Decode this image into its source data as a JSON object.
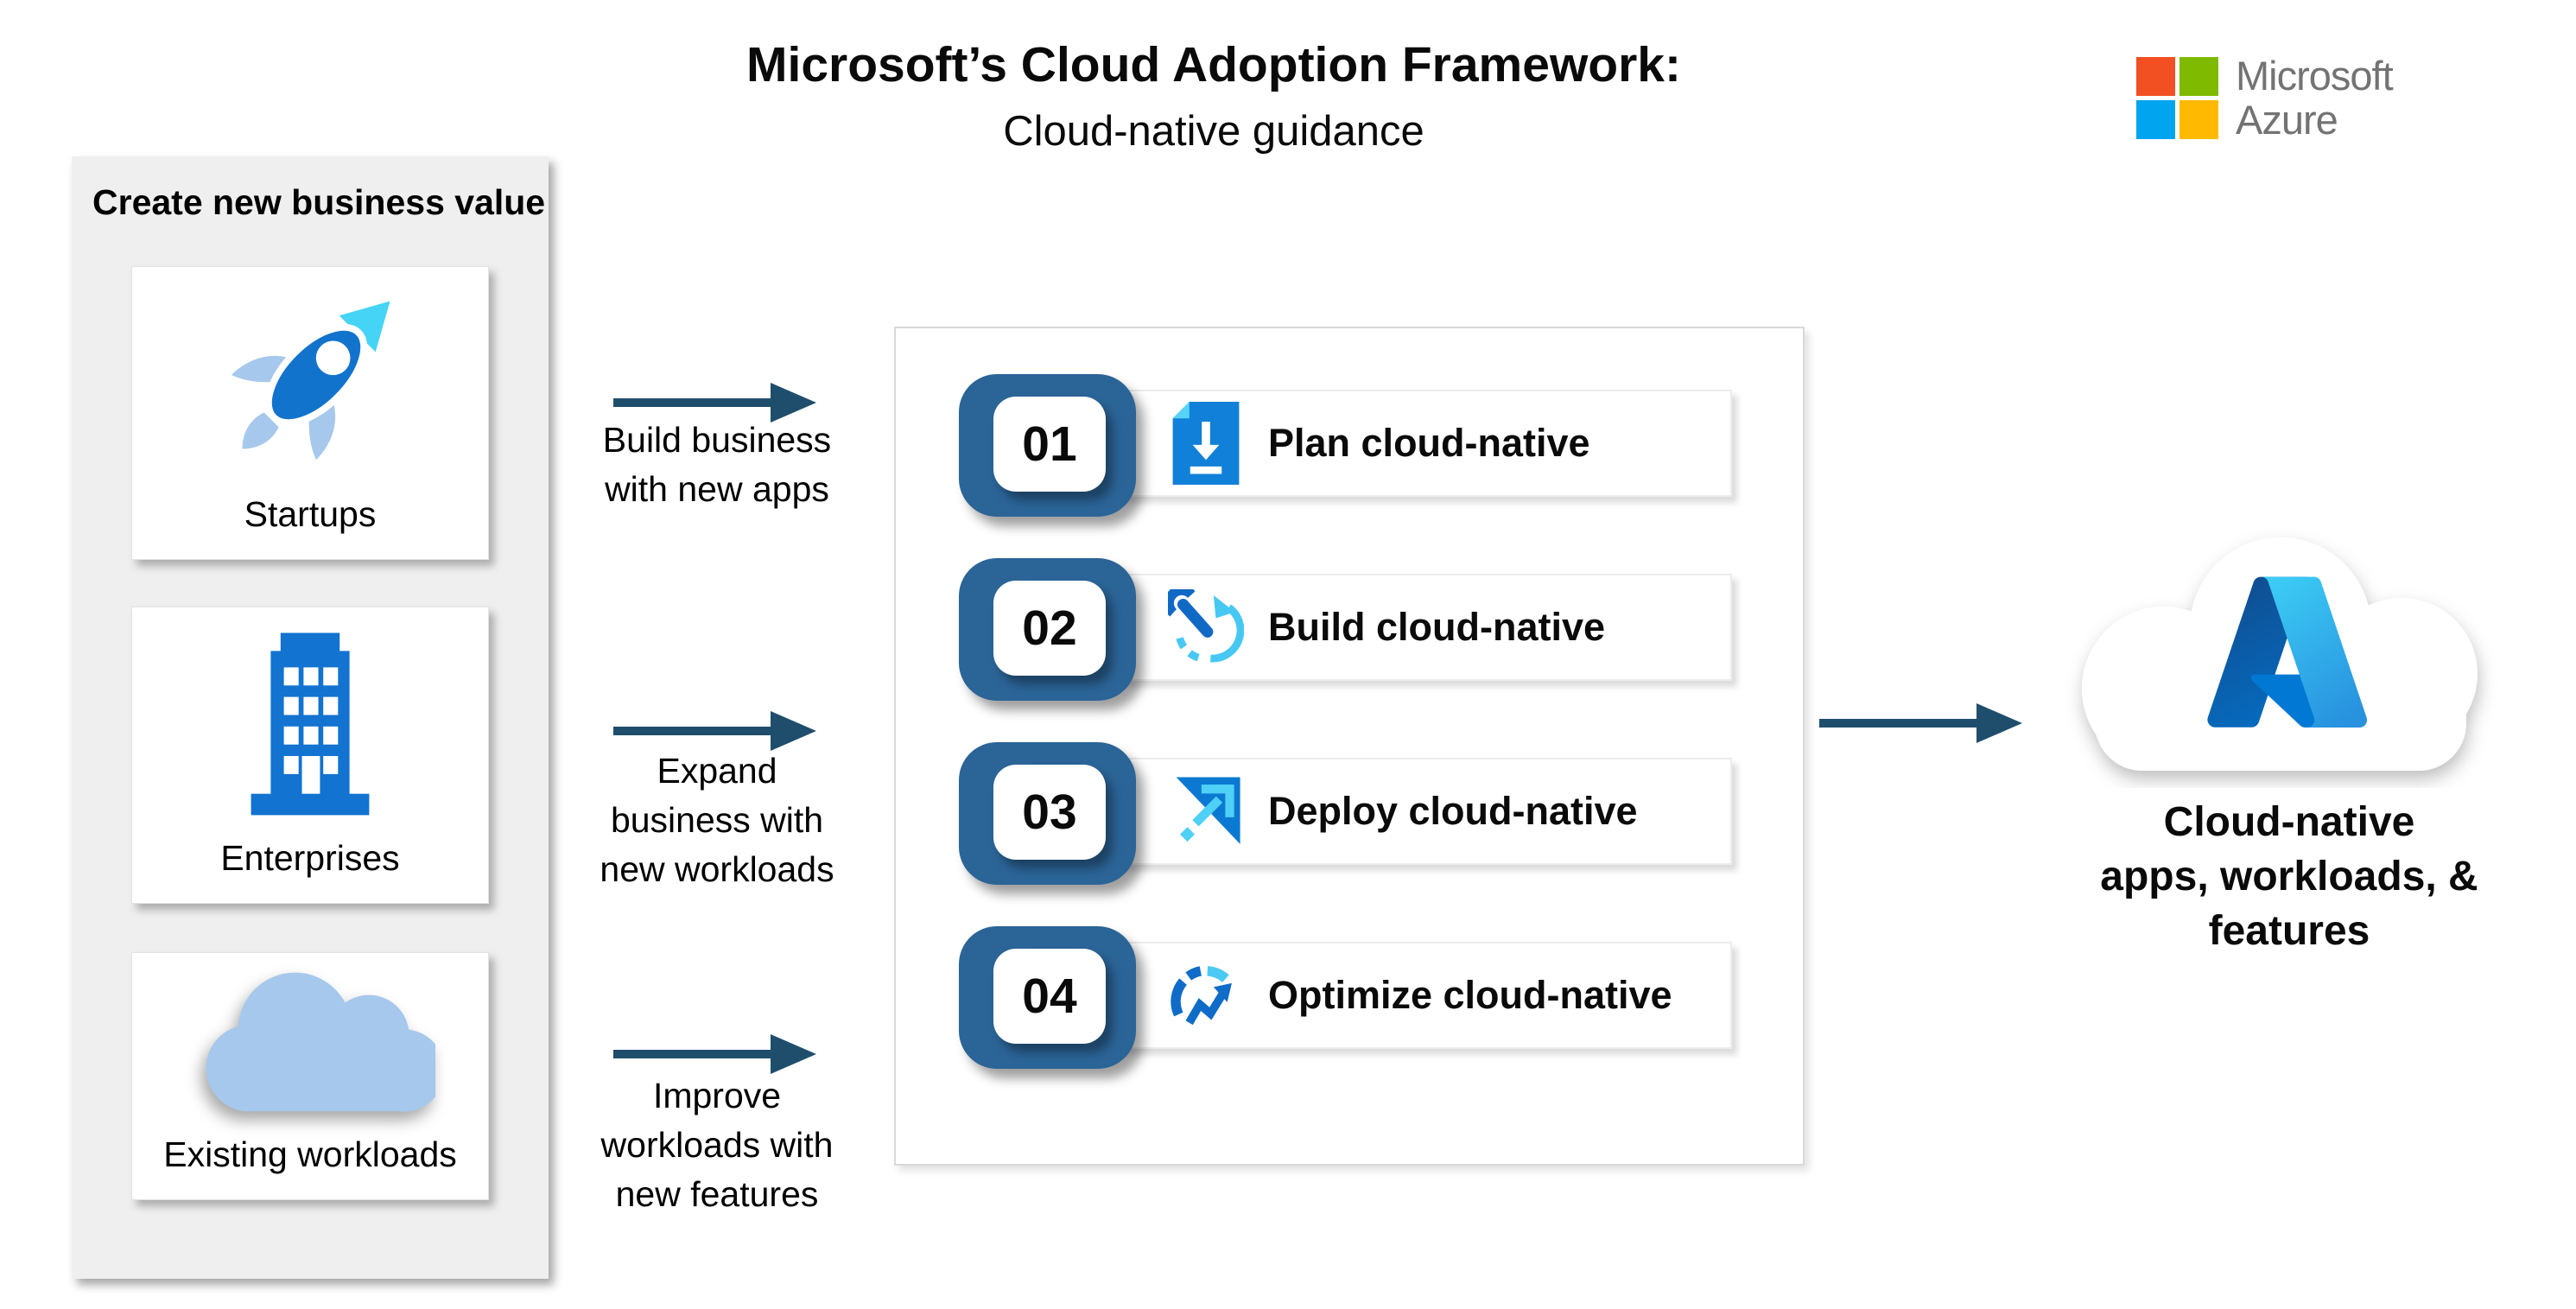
{
  "title": {
    "line1": "Microsoft’s Cloud Adoption Framework:",
    "line2": "Cloud-native guidance"
  },
  "brand": {
    "line1": "Microsoft",
    "line2": "Azure",
    "logo_colors": {
      "red": "#f25022",
      "green": "#7fba00",
      "blue": "#00a4ef",
      "yellow": "#ffb900",
      "text_gray": "#737373"
    }
  },
  "left_panel": {
    "header": "Create new business value",
    "cards": [
      {
        "label": "Startups",
        "icon": "rocket-icon"
      },
      {
        "label": "Enterprises",
        "icon": "building-icon"
      },
      {
        "label": "Existing workloads",
        "icon": "cloud-icon"
      }
    ]
  },
  "flows": [
    {
      "label_lines": [
        "Build business",
        "with new apps"
      ]
    },
    {
      "label_lines": [
        "Expand",
        "business with",
        "new workloads"
      ]
    },
    {
      "label_lines": [
        "Improve",
        "workloads with",
        "new features"
      ]
    }
  ],
  "steps": [
    {
      "number": "01",
      "label": "Plan cloud-native",
      "icon": "document-download-icon"
    },
    {
      "number": "02",
      "label": "Build cloud-native",
      "icon": "wrench-refresh-icon"
    },
    {
      "number": "03",
      "label": "Deploy cloud-native",
      "icon": "launch-arrow-icon"
    },
    {
      "number": "04",
      "label": "Optimize cloud-native",
      "icon": "gauge-trend-icon"
    }
  ],
  "result": {
    "label_lines": [
      "Cloud-native",
      "apps, workloads, &",
      "features"
    ],
    "icon": "azure-cloud-icon"
  },
  "colors": {
    "arrow_navy": "#1f4e6d",
    "badge_blue": "#2b6497",
    "panel_gray": "#efefef",
    "icon_blue": "#1273cc",
    "icon_cyan": "#4ed0f7",
    "icon_lightblue": "#a6c8ec",
    "azure_dark": "#114a8b",
    "azure_mid": "#0078d4",
    "azure_light": "#3ccbf4"
  }
}
